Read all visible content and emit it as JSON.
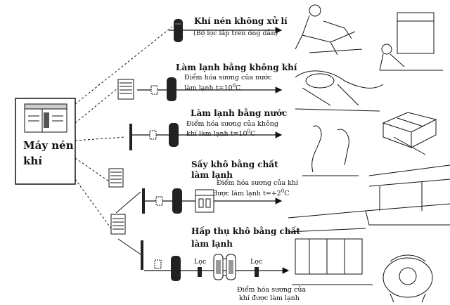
{
  "compressor": {
    "line1": "Máy nén",
    "line2": "khí"
  },
  "branches": [
    {
      "title": "Khí nén không xử lí",
      "notes": [
        "(Bộ lọc lắp trên ống dẫn)"
      ]
    },
    {
      "title": "Làm lạnh bằng không khí",
      "notes": [
        "Điểm hóa sương của nước",
        "làm lạnh t=10",
        "C"
      ]
    },
    {
      "title": "Làm lạnh bằng nước",
      "notes": [
        "Điểm hóa sương của không",
        "khí làm lạnh t=10",
        "C"
      ]
    },
    {
      "title_line1": "Sấy khô bằng chất",
      "title_line2": "làm lạnh",
      "notes": [
        "Điểm hóa sương của khí",
        "được làm lạnh t=+2",
        "C"
      ]
    },
    {
      "title_line1": "Hấp thụ khô bằng chất",
      "title_line2": "làm lạnh",
      "filter_left": "Lọc",
      "filter_right": "Lọc",
      "notes": [
        "Điểm hóa sương của",
        "khí được làm lạnh"
      ]
    }
  ],
  "degree_mark": "0"
}
